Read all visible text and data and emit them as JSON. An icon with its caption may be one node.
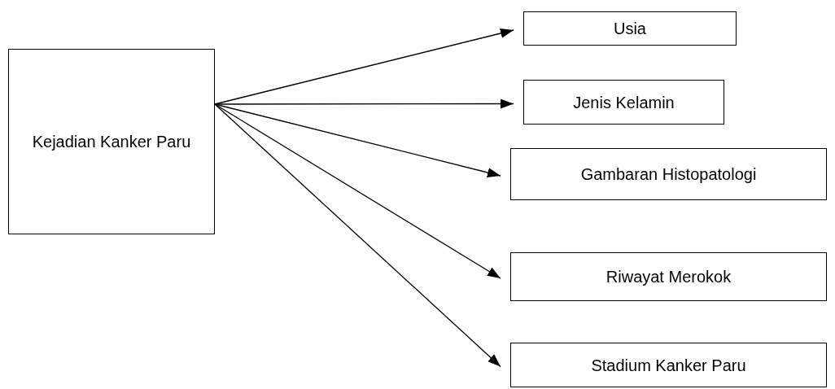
{
  "diagram": {
    "nodes": [
      {
        "text": [
          "Kejadian Kanker Paru"
        ]
      },
      {
        "text": [
          "Usia"
        ]
      },
      {
        "text": [
          "Jenis Kelamin"
        ]
      },
      {
        "text": [
          "Gambaran Histopatologi"
        ]
      },
      {
        "text": [
          "Riwayat Merokok"
        ]
      },
      {
        "text": [
          "Stadium Kanker Paru"
        ]
      }
    ],
    "edges": [
      {
        "from": 0,
        "to": 1,
        "arrow": "to"
      },
      {
        "from": 0,
        "to": 2,
        "arrow": "to"
      },
      {
        "from": 0,
        "to": 3,
        "arrow": "to"
      },
      {
        "from": 0,
        "to": 4,
        "arrow": "to"
      },
      {
        "from": 0,
        "to": 5,
        "arrow": "to"
      }
    ]
  }
}
